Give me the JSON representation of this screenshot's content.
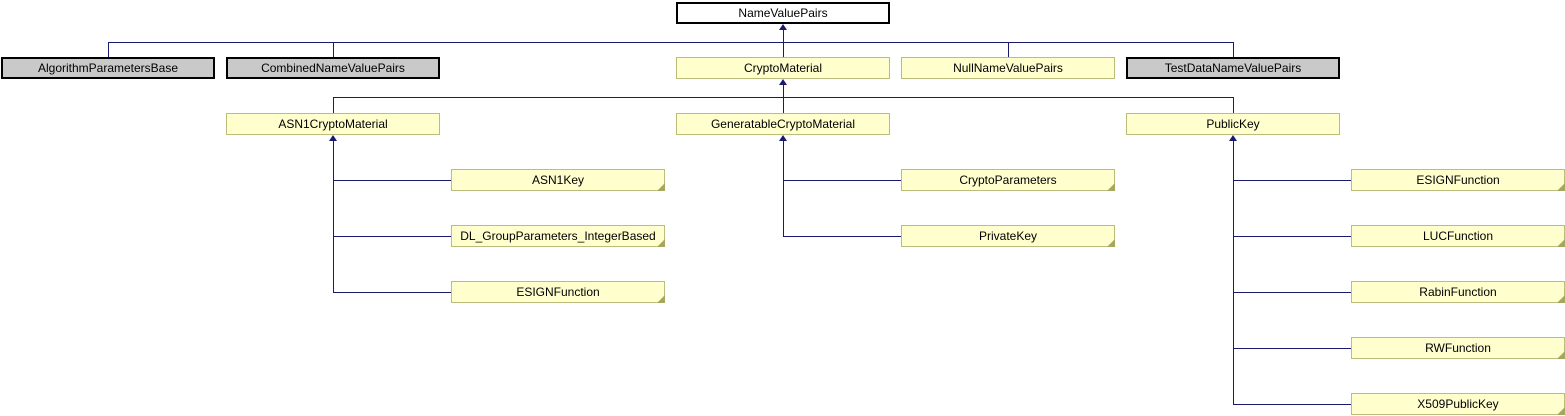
{
  "diagram": {
    "kind": "class-inheritance-graph",
    "colors": {
      "edge_line": "#191970",
      "node_fill_yellow": "#FFFFCE",
      "node_border_yellow": "#BCBC7C",
      "fold_corner": "#A6A65E",
      "node_fill_gray": "#C9C9C9",
      "node_fill_white": "#FFFFFF",
      "node_border_dark": "#000000",
      "text": "#000000",
      "background": "#FFFFFF"
    },
    "nodes": [
      {
        "label": "NameValuePairs",
        "variant": "white",
        "folded": false
      },
      {
        "label": "AlgorithmParametersBase",
        "variant": "gray",
        "folded": false
      },
      {
        "label": "CombinedNameValuePairs",
        "variant": "gray",
        "folded": false
      },
      {
        "label": "CryptoMaterial",
        "variant": "yellow",
        "folded": false
      },
      {
        "label": "NullNameValuePairs",
        "variant": "yellow",
        "folded": false
      },
      {
        "label": "TestDataNameValuePairs",
        "variant": "gray",
        "folded": false
      },
      {
        "label": "ASN1CryptoMaterial",
        "variant": "yellow",
        "folded": false
      },
      {
        "label": "GeneratableCryptoMaterial",
        "variant": "yellow",
        "folded": false
      },
      {
        "label": "PublicKey",
        "variant": "yellow",
        "folded": false
      },
      {
        "label": "ASN1Key",
        "variant": "yellow",
        "folded": true
      },
      {
        "label": "DL_GroupParameters_IntegerBased",
        "variant": "yellow",
        "folded": true
      },
      {
        "label": "ESIGNFunction",
        "variant": "yellow",
        "folded": true
      },
      {
        "label": "CryptoParameters",
        "variant": "yellow",
        "folded": true
      },
      {
        "label": "PrivateKey",
        "variant": "yellow",
        "folded": true
      },
      {
        "label": "ESIGNFunction",
        "variant": "yellow",
        "folded": true
      },
      {
        "label": "LUCFunction",
        "variant": "yellow",
        "folded": true
      },
      {
        "label": "RabinFunction",
        "variant": "yellow",
        "folded": true
      },
      {
        "label": "RWFunction",
        "variant": "yellow",
        "folded": true
      },
      {
        "label": "X509PublicKey",
        "variant": "yellow",
        "folded": true
      }
    ],
    "relations": [
      {
        "child": "AlgorithmParametersBase",
        "parent": "NameValuePairs"
      },
      {
        "child": "CombinedNameValuePairs",
        "parent": "NameValuePairs"
      },
      {
        "child": "CryptoMaterial",
        "parent": "NameValuePairs"
      },
      {
        "child": "NullNameValuePairs",
        "parent": "NameValuePairs"
      },
      {
        "child": "TestDataNameValuePairs",
        "parent": "NameValuePairs"
      },
      {
        "child": "ASN1CryptoMaterial",
        "parent": "CryptoMaterial"
      },
      {
        "child": "GeneratableCryptoMaterial",
        "parent": "CryptoMaterial"
      },
      {
        "child": "PublicKey",
        "parent": "CryptoMaterial"
      },
      {
        "child": "ASN1Key",
        "parent": "ASN1CryptoMaterial"
      },
      {
        "child": "DL_GroupParameters_IntegerBased",
        "parent": "ASN1CryptoMaterial"
      },
      {
        "child": "ESIGNFunction",
        "parent": "ASN1CryptoMaterial"
      },
      {
        "child": "CryptoParameters",
        "parent": "GeneratableCryptoMaterial"
      },
      {
        "child": "PrivateKey",
        "parent": "GeneratableCryptoMaterial"
      },
      {
        "child": "ESIGNFunction",
        "parent": "PublicKey"
      },
      {
        "child": "LUCFunction",
        "parent": "PublicKey"
      },
      {
        "child": "RabinFunction",
        "parent": "PublicKey"
      },
      {
        "child": "RWFunction",
        "parent": "PublicKey"
      },
      {
        "child": "X509PublicKey",
        "parent": "PublicKey"
      }
    ]
  }
}
